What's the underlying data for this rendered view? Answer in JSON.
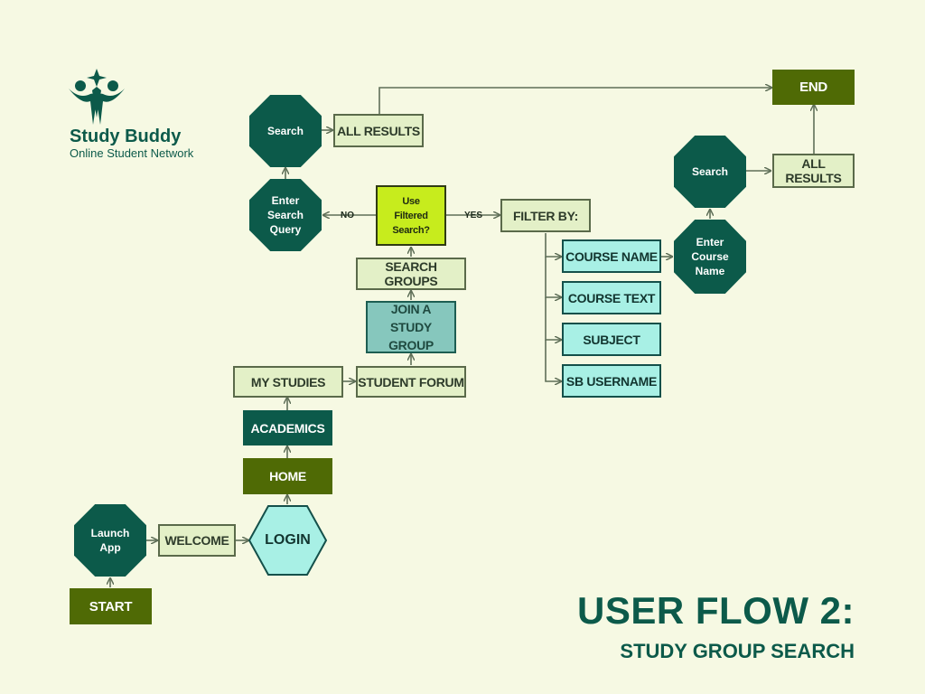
{
  "brand": {
    "name": "Study Buddy",
    "tagline": "Online Student Network"
  },
  "heading": {
    "title": "USER FLOW 2:",
    "subtitle": "STUDY GROUP SEARCH"
  },
  "nodes": {
    "start": "START",
    "launch_app": "Launch App",
    "welcome": "WELCOME",
    "login": "LOGIN",
    "home": "HOME",
    "academics": "ACADEMICS",
    "my_studies": "MY STUDIES",
    "student_forum": "STUDENT FORUM",
    "join_group": "JOIN A STUDY GROUP",
    "search_groups": "SEARCH GROUPS",
    "use_filtered": "Use Filtered Search?",
    "enter_query": "Enter Search Query",
    "search_left": "Search",
    "all_results_left": "ALL RESULTS",
    "filter_by": "FILTER BY:",
    "course_name": "COURSE NAME",
    "course_text": "COURSE TEXT",
    "subject": "SUBJECT",
    "sb_username": "SB USERNAME",
    "enter_course_name": "Enter Course Name",
    "search_right": "Search",
    "all_results_right": "ALL RESULTS",
    "end": "END"
  },
  "edge_labels": {
    "no": "NO",
    "yes": "YES"
  },
  "colors": {
    "background": "#f6f9e3",
    "dark_teal": "#0c5a4a",
    "olive": "#4f6a05",
    "lime": "#c7ec1d",
    "cyan": "#a8f0e5",
    "light_green": "#e3f0c7",
    "connector": "#5f6f58"
  }
}
